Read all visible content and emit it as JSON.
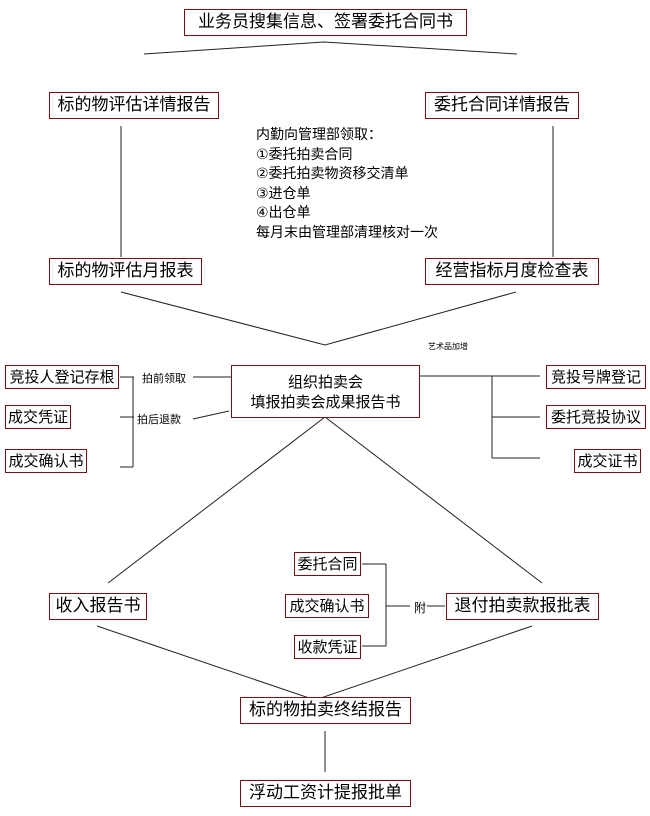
{
  "diagram": {
    "top": "业务员搜集信息、签署委托合同书",
    "level2": {
      "left": "标的物评估详情报告",
      "right": "委托合同详情报告"
    },
    "note": {
      "lines": [
        "内勤向管理部领取：",
        "①委托拍卖合同",
        "②委托拍卖物资移交清单",
        "③进仓单",
        "④出仓单",
        "每月末由管理部清理核对一次"
      ]
    },
    "level3": {
      "left": "标的物评估月报表",
      "right": "经营指标月度检查表"
    },
    "art_note": "艺术品加增",
    "center": {
      "line1": "组织拍卖会",
      "line2": "填报拍卖会成果报告书"
    },
    "left_docs": [
      "竞投人登记存根",
      "成交凭证",
      "成交确认书"
    ],
    "left_labels": {
      "before": "拍前领取",
      "after": "拍后退款"
    },
    "right_docs": [
      "竞投号牌登记",
      "委托竞投协议",
      "成交证书"
    ],
    "income": "收入报告书",
    "attach_docs": [
      "委托合同",
      "成交确认书",
      "收款凭证"
    ],
    "attach_label": "附",
    "refund": "退付拍卖款报批表",
    "final": "标的物拍卖终结报告",
    "salary": "浮动工资计提报批单"
  },
  "colors": {
    "box_border": "#7a1010",
    "line": "#000000"
  }
}
